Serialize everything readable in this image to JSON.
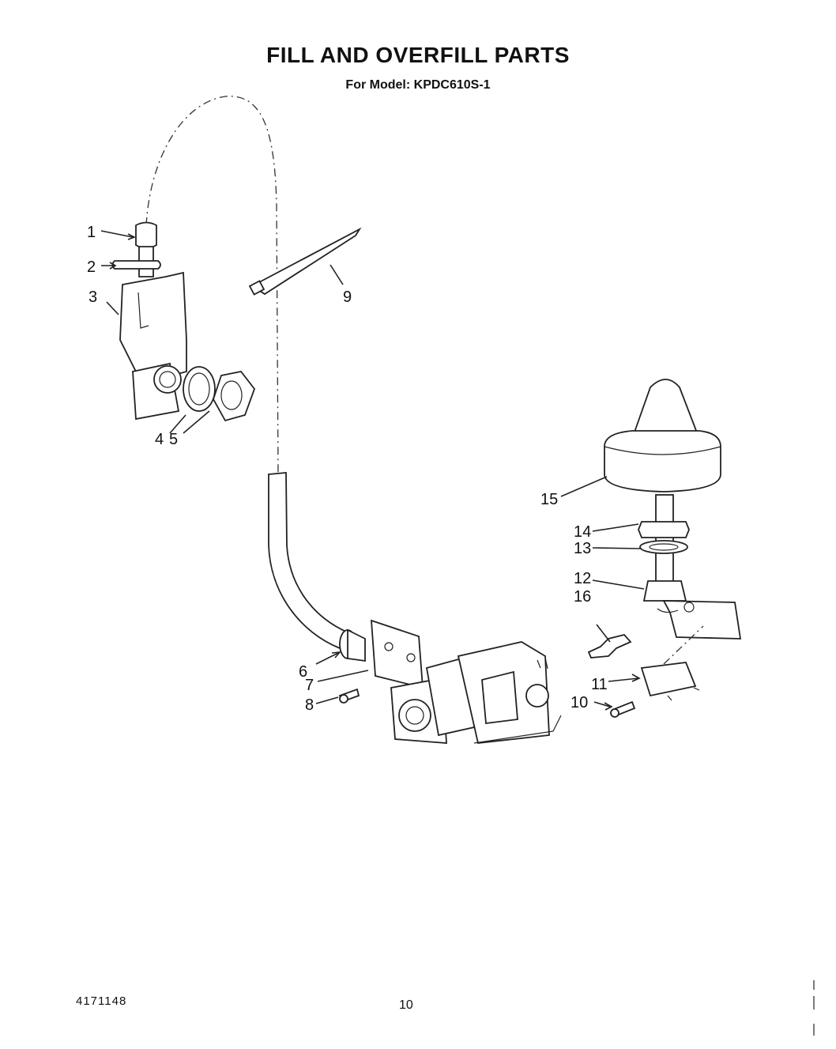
{
  "header": {
    "title": "FILL AND OVERFILL PARTS",
    "subtitle": "For Model: KPDC610S-1"
  },
  "footer": {
    "doc_number": "4171148",
    "page_number": "10"
  },
  "callouts": [
    {
      "id": "1",
      "label": "1"
    },
    {
      "id": "2",
      "label": "2"
    },
    {
      "id": "3",
      "label": "3"
    },
    {
      "id": "4",
      "label": "4"
    },
    {
      "id": "5",
      "label": "5"
    },
    {
      "id": "6",
      "label": "6"
    },
    {
      "id": "7",
      "label": "7"
    },
    {
      "id": "8",
      "label": "8"
    },
    {
      "id": "9",
      "label": "9"
    },
    {
      "id": "10",
      "label": "10"
    },
    {
      "id": "11",
      "label": "11"
    },
    {
      "id": "12",
      "label": "12"
    },
    {
      "id": "13",
      "label": "13"
    },
    {
      "id": "14",
      "label": "14"
    },
    {
      "id": "15",
      "label": "15"
    },
    {
      "id": "16",
      "label": "16"
    }
  ]
}
